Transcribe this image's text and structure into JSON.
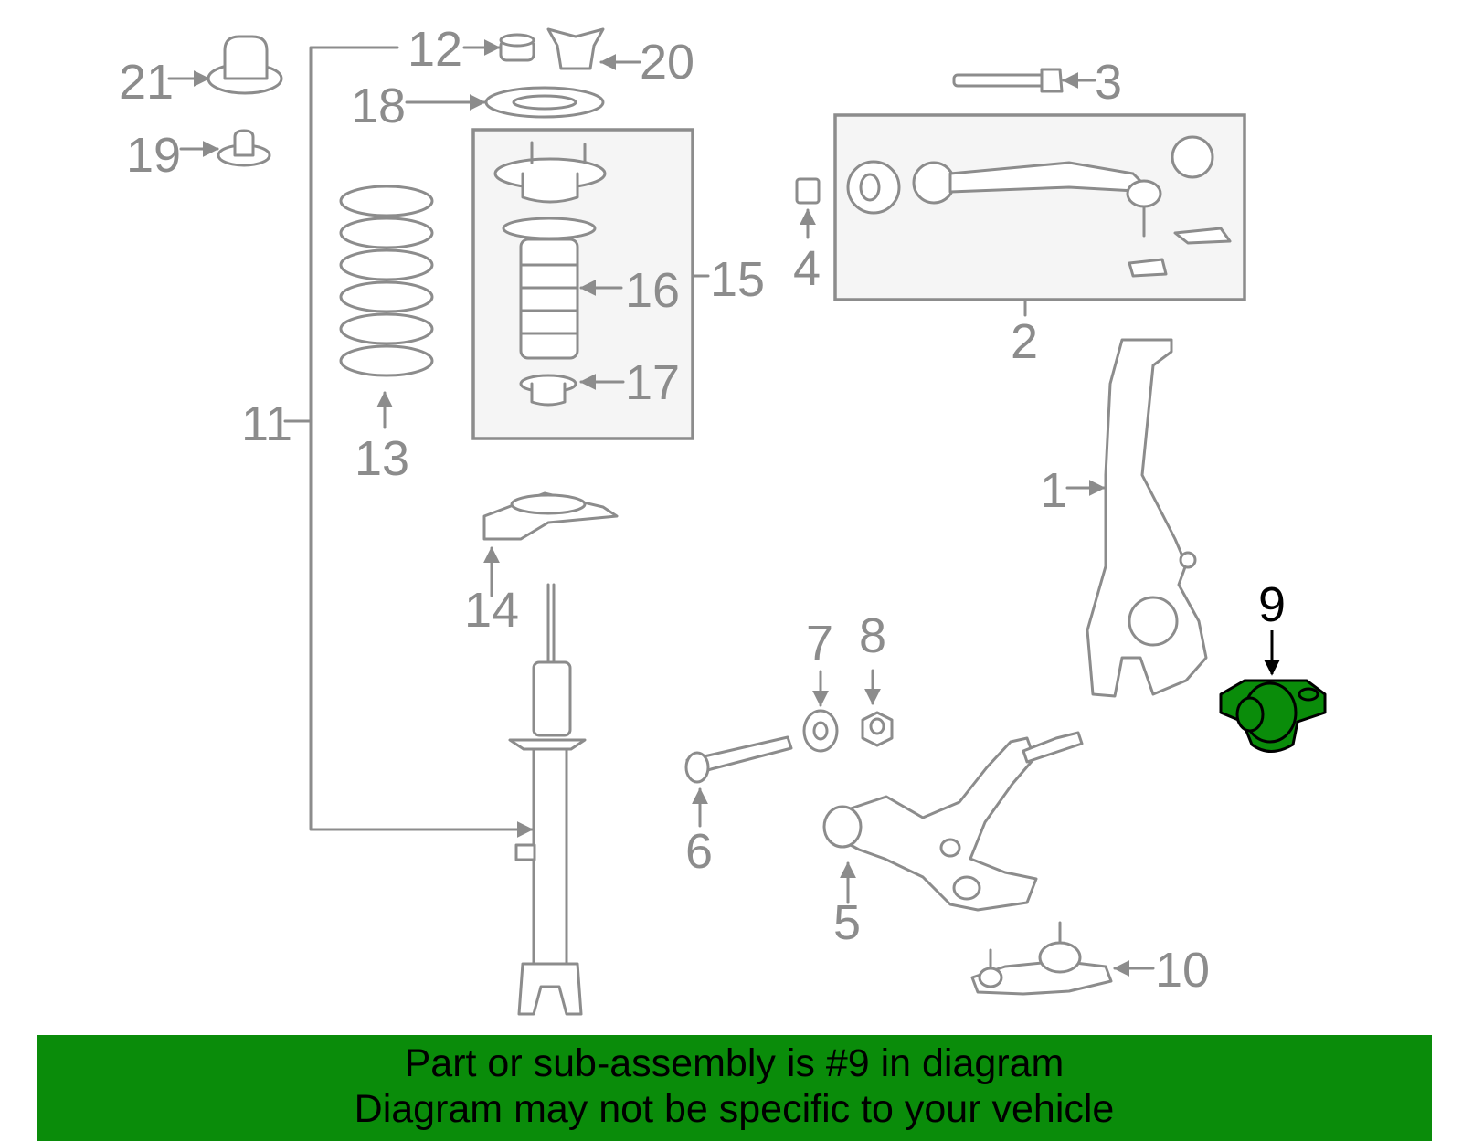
{
  "callouts": {
    "c1": "1",
    "c2": "2",
    "c3": "3",
    "c4": "4",
    "c5": "5",
    "c6": "6",
    "c7": "7",
    "c8": "8",
    "c9": "9",
    "c10": "10",
    "c11": "11",
    "c12": "12",
    "c13": "13",
    "c14": "14",
    "c15": "15",
    "c16": "16",
    "c17": "17",
    "c18": "18",
    "c19": "19",
    "c20": "20",
    "c21": "21"
  },
  "highlight": {
    "part_number": "9",
    "color": "#0a8c0a"
  },
  "colors": {
    "line_art": "#8c8c8c",
    "banner": "#0a8c0a",
    "background": "#ffffff"
  },
  "banner": {
    "line1": "Part or sub-assembly is #9 in diagram",
    "line2": "Diagram may not be specific to your vehicle"
  }
}
